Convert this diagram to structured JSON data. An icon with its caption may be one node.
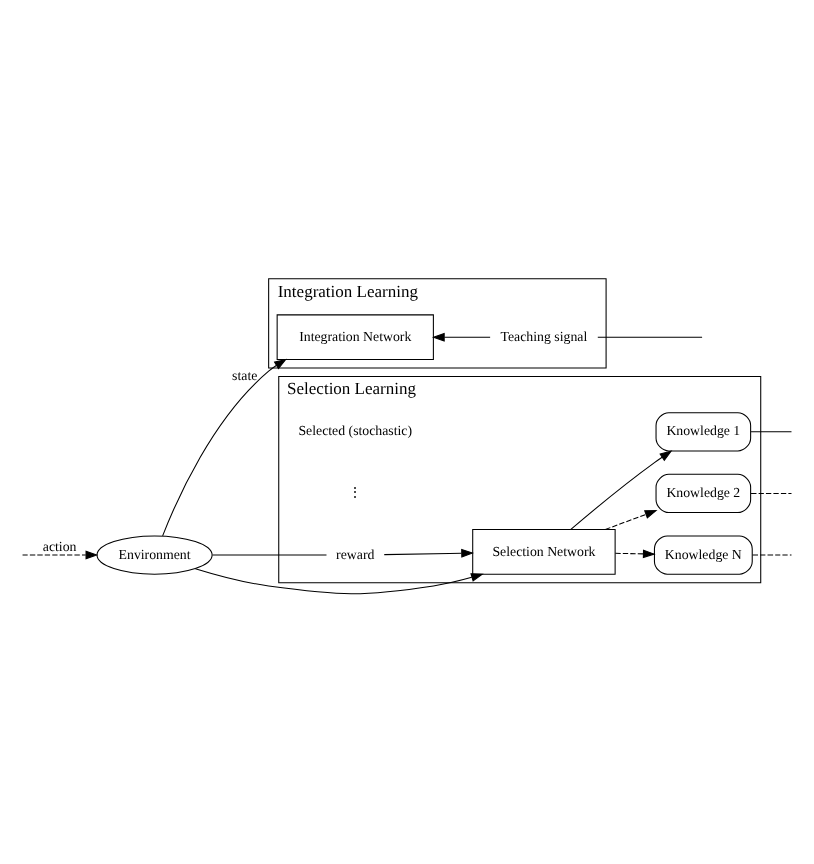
{
  "diagram": {
    "nodes": [
      {
        "text": [
          "Integration Learning"
        ]
      },
      {
        "text": [
          "Integration Network"
        ],
        "in": 0
      },
      {
        "text": [
          "Teaching signal"
        ],
        "in": 0
      },
      {
        "text": [
          "Selection Learning"
        ]
      },
      {
        "text": [
          "Selection Network"
        ],
        "in": 3
      },
      {
        "text": [
          "Knowledge 1"
        ],
        "in": 3
      },
      {
        "text": [
          "Knowledge 2"
        ],
        "in": 3
      },
      {
        "text": [
          "Knowledge N"
        ],
        "in": 3
      },
      {
        "text": [
          "reward"
        ],
        "in": 3
      },
      {
        "text": [
          "Environment"
        ]
      }
    ],
    "edges": [
      {
        "from": 9,
        "to": 1,
        "arrow": "to",
        "label": "state"
      },
      {
        "from": 9,
        "to": 4,
        "arrow": "to"
      },
      {
        "from": 2,
        "to": 1,
        "arrow": "to"
      },
      {
        "from": 2,
        "to": null,
        "arrow": "none"
      },
      {
        "from": 9,
        "to": 8,
        "arrow": "none"
      },
      {
        "from": 8,
        "to": 4,
        "arrow": "to"
      },
      {
        "from": 4,
        "to": 5,
        "arrow": "to"
      },
      {
        "from": 4,
        "to": 6,
        "arrow": "to",
        "style": "dashed"
      },
      {
        "from": 4,
        "to": 7,
        "arrow": "to",
        "style": "dashed"
      },
      {
        "from": 5,
        "to": null,
        "arrow": "none"
      },
      {
        "from": 6,
        "to": null,
        "arrow": "none",
        "style": "dashed"
      },
      {
        "from": 7,
        "to": null,
        "arrow": "none",
        "style": "dashed"
      },
      {
        "from": null,
        "to": 9,
        "arrow": "to",
        "label": "action",
        "style": "dashed"
      }
    ],
    "labels": [
      "Selected (stochastic)",
      "⋮"
    ]
  }
}
